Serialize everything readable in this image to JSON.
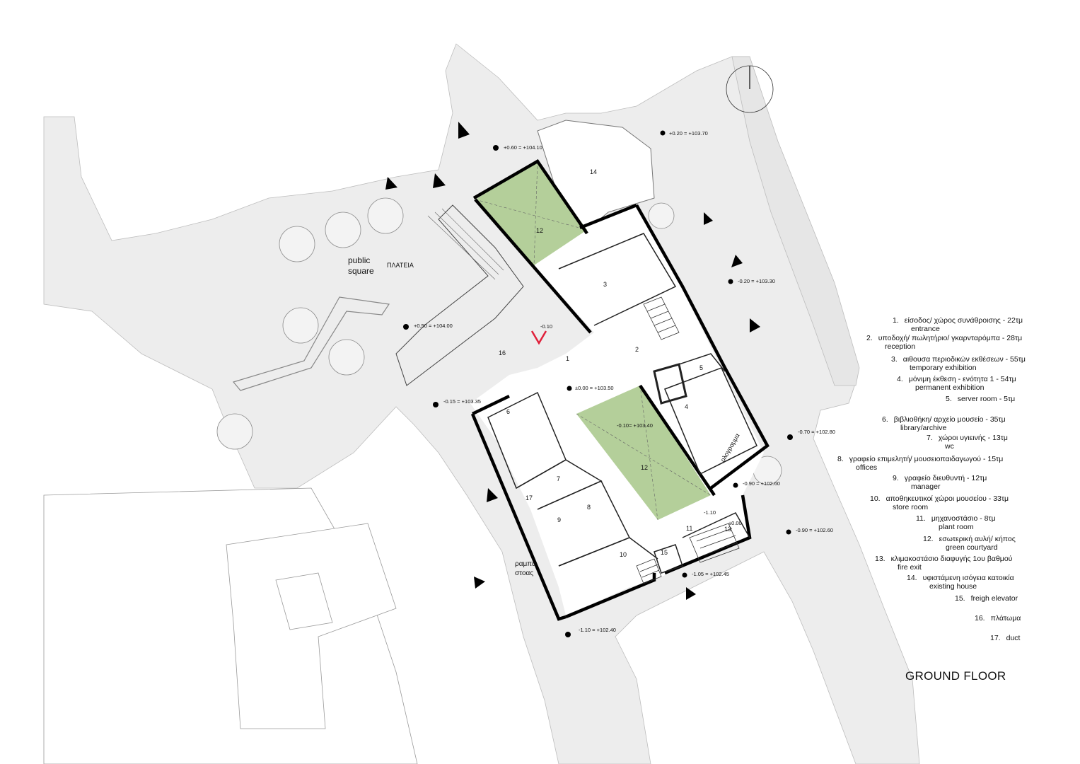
{
  "sheet_title": "GROUND FLOOR",
  "place_labels": {
    "public_square_line1": "public",
    "public_square_line2": "square",
    "plateia": "ΠΛΑΤΕΙΑ",
    "ramp_line1": "ραμπα",
    "ramp_line2": "στοας",
    "hologram": "ολογραμμα"
  },
  "room_numbers": {
    "r1": "1",
    "r2": "2",
    "r3": "3",
    "r4": "4",
    "r5": "5",
    "r6": "6",
    "r7": "7",
    "r8": "8",
    "r9": "9",
    "r10": "10",
    "r11": "11",
    "r12a": "12",
    "r12b": "12",
    "r13": "13",
    "r14": "14",
    "r15": "15",
    "r16": "16",
    "r17": "17"
  },
  "levels": {
    "l1": "+0.60 = +104.10",
    "l2": "+0.20 = +103.70",
    "l3": "-0.20 = +103.30",
    "l4": "+0.50 = +104.00",
    "l5": "-0.10",
    "l6": "±0.00 = +103.50",
    "l7": "-0.15 = +103.35",
    "l8": "-0.10= +103.40",
    "l9": "-0.70 = +102.80",
    "l10": "-0.90 = +102.60",
    "l11": "-1.10",
    "l12": "±0.00",
    "l13": "-0.90 = +102.60",
    "l14": "-1.05 = +102.45",
    "l15": "-1.10 = +102.40"
  },
  "legend": [
    {
      "num": "1.",
      "gr": "είσοδος/ χώρος συνάθροισης - 22τμ",
      "en": "entrance"
    },
    {
      "num": "2.",
      "gr": "υποδοχή/ πωλητήριο/ γκαρνταρόμπα - 28τμ",
      "en": "reception"
    },
    {
      "num": "3.",
      "gr": "αιθουσα περιοδικών εκθέσεων - 55τμ",
      "en": "temporary exhibition"
    },
    {
      "num": "4.",
      "gr": "μόνιμη έκθεση - ενότητα 1 - 54τμ",
      "en": "permanent exhibition"
    },
    {
      "num": "5.",
      "gr": "server room - 5τμ",
      "en": ""
    },
    {
      "num": "6.",
      "gr": "βιβλιοθήκη/ αρχείο μουσείο - 35τμ",
      "en": "library/archive"
    },
    {
      "num": "7.",
      "gr": "χώροι υγιεινής - 13τμ",
      "en": "wc"
    },
    {
      "num": "8.",
      "gr": "γραφείο επιμελητή/ μουσειοπαιδαγωγού - 15τμ",
      "en": "offices"
    },
    {
      "num": "9.",
      "gr": "γραφείο διευθυντή - 12τμ",
      "en": "manager"
    },
    {
      "num": "10.",
      "gr": "αποθηκευτικοί χώροι μουσείου - 33τμ",
      "en": "store room"
    },
    {
      "num": "11.",
      "gr": "μηχανοστάσιο - 8τμ",
      "en": "plant room"
    },
    {
      "num": "12.",
      "gr": "εσωτερική αυλή/ κήπος",
      "en": "green courtyard"
    },
    {
      "num": "13.",
      "gr": "κλιμακοστάσιο διαφυγής 1ου βαθμού",
      "en": "fire exit"
    },
    {
      "num": "14.",
      "gr": "υφιστάμενη ισόγεια κατοικία",
      "en": "existing house"
    },
    {
      "num": "15.",
      "gr": "freigh elevator",
      "en": ""
    },
    {
      "num": "16.",
      "gr": "πλάτωμα",
      "en": ""
    },
    {
      "num": "17.",
      "gr": "duct",
      "en": ""
    }
  ],
  "colors": {
    "paving": "#ededed",
    "courtyard_green": "#b4cf9a",
    "wall": "#000000",
    "entrance_marker": "#e0203a"
  }
}
